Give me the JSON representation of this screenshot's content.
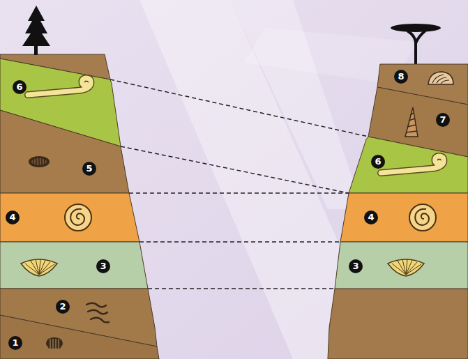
{
  "diagram": {
    "nodes": [
      {
        "text": [
          "6"
        ]
      },
      {
        "text": [
          "5"
        ]
      },
      {
        "text": [
          "4"
        ]
      },
      {
        "text": [
          "3"
        ]
      },
      {
        "text": [
          "2"
        ]
      },
      {
        "text": [
          "1"
        ]
      },
      {
        "text": [
          "8"
        ]
      },
      {
        "text": [
          "7"
        ]
      },
      {
        "text": [
          "6"
        ]
      },
      {
        "text": [
          "4"
        ]
      },
      {
        "text": [
          "3"
        ]
      }
    ],
    "edges": [
      {
        "from": 0,
        "to": 8,
        "arrow": "none"
      },
      {
        "from": 2,
        "to": 9,
        "arrow": "none"
      },
      {
        "from": 3,
        "to": 10,
        "arrow": "none"
      }
    ]
  }
}
